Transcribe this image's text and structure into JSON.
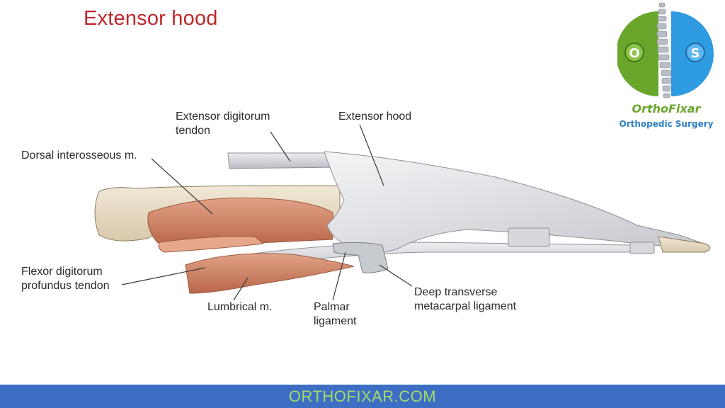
{
  "title": "Extensor hood",
  "brand": {
    "logo_letters": [
      "O",
      "S"
    ],
    "name": "OrthoFixar",
    "tagline": "Orthopedic Surgery"
  },
  "labels": {
    "extensor_tendon": [
      "Extensor digitorum",
      "tendon"
    ],
    "extensor_hood": "Extensor hood",
    "dorsal_interosseous": "Dorsal interosseous m.",
    "flexor_profundus": [
      "Flexor digitorum",
      "profundus tendon"
    ],
    "lumbrical": "Lumbrical m.",
    "palmar_ligament": [
      "Palmar",
      "ligament"
    ],
    "deep_transverse": [
      "Deep transverse",
      "metacarpal ligament"
    ]
  },
  "footer": {
    "text": "ORTHOFIXAR.COM"
  },
  "colors": {
    "title": "#c0262d",
    "footer_bg": "#3c6fc4",
    "footer_text": "#a6d86b",
    "brand_green": "#6aa62c",
    "brand_blue": "#2f7fc8",
    "muscle": "#d48a6e",
    "bone": "#e8dcc4",
    "tendon": "#d4d6da"
  }
}
